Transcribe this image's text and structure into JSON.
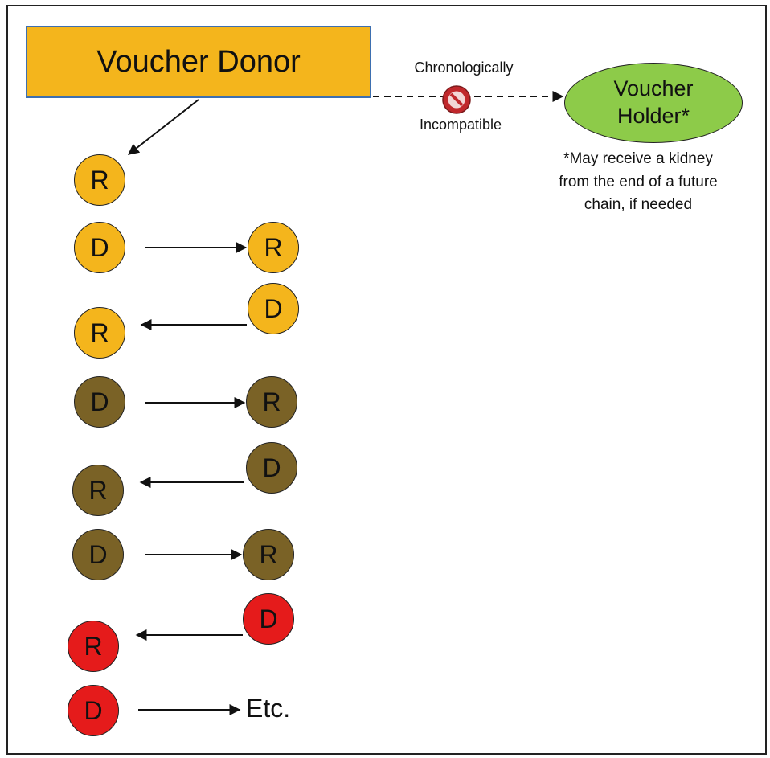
{
  "donor": {
    "label": "Voucher Donor"
  },
  "edge_top": {
    "line1": "Chronologically",
    "line2": "Incompatible"
  },
  "holder": {
    "line1": "Voucher",
    "line2": "Holder*"
  },
  "note": {
    "line1": "*May receive a kidney",
    "line2": "from the end of a future",
    "line3": "chain, if needed"
  },
  "end_label": "Etc.",
  "nodes": [
    {
      "label": "R",
      "color": "#f4b51c"
    },
    {
      "label": "D",
      "color": "#f4b51c"
    },
    {
      "label": "R",
      "color": "#f4b51c"
    },
    {
      "label": "D",
      "color": "#f4b51c"
    },
    {
      "label": "R",
      "color": "#f4b51c"
    },
    {
      "label": "D",
      "color": "#7a6226"
    },
    {
      "label": "R",
      "color": "#7a6226"
    },
    {
      "label": "D",
      "color": "#7a6226"
    },
    {
      "label": "R",
      "color": "#7a6226"
    },
    {
      "label": "D",
      "color": "#7a6226"
    },
    {
      "label": "R",
      "color": "#7a6226"
    },
    {
      "label": "D",
      "color": "#e51b1b"
    },
    {
      "label": "R",
      "color": "#e51b1b"
    },
    {
      "label": "D",
      "color": "#e51b1b"
    }
  ],
  "colors": {
    "prohibited": "#c0282c",
    "holder": "#8dcb49",
    "donor": "#f4b51c"
  }
}
